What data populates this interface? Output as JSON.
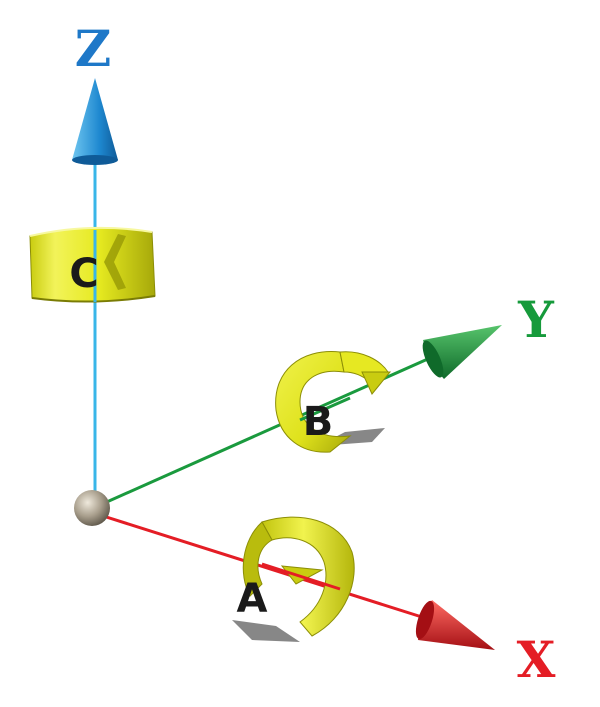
{
  "axes": {
    "x": {
      "label": "X",
      "color": "#e41d25"
    },
    "y": {
      "label": "Y",
      "color": "#169a3b"
    },
    "z": {
      "label": "Z",
      "color": "#1e88d0"
    }
  },
  "rotations": {
    "a": {
      "label": "A"
    },
    "b": {
      "label": "B"
    },
    "c": {
      "label": "C"
    }
  },
  "colors": {
    "band_fill": "#e8ec22",
    "band_dark": "#b7b90c",
    "band_edge": "#7a7c05",
    "shadow": "#7a7a7a",
    "origin_sphere": "#a89e8c",
    "z_line": "#38b6e8",
    "y_line": "#1a9a3e",
    "x_line": "#e41d25"
  }
}
